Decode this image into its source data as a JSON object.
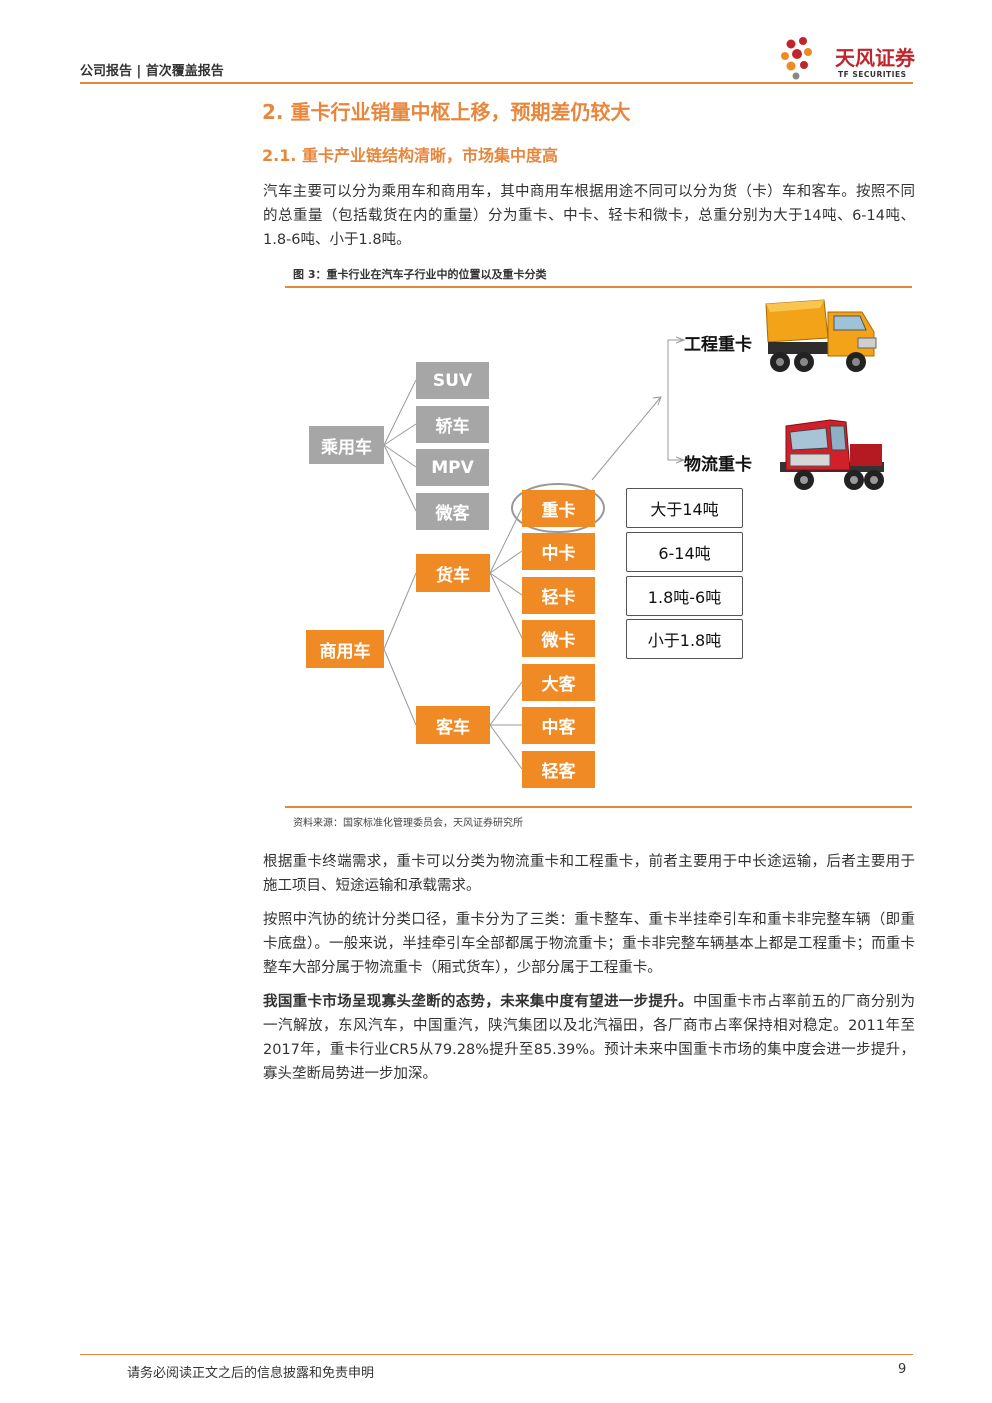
{
  "header": {
    "left_text": "公司报告 | 首次覆盖报告",
    "logo_cn": "天风证券",
    "logo_en": "TF SECURITIES"
  },
  "section": {
    "h2": "2. 重卡行业销量中枢上移，预期差仍较大",
    "h3": "2.1. 重卡产业链结构清晰，市场集中度高"
  },
  "paragraphs": {
    "p1": "汽车主要可以分为乘用车和商用车，其中商用车根据用途不同可以分为货（卡）车和客车。按照不同的总重量（包括载货在内的重量）分为重卡、中卡、轻卡和微卡，总重分别为大于14吨、6-14吨、1.8-6吨、小于1.8吨。",
    "p2": "根据重卡终端需求，重卡可以分类为物流重卡和工程重卡，前者主要用于中长途运输，后者主要用于施工项目、短途运输和承载需求。",
    "p3": "按照中汽协的统计分类口径，重卡分为了三类：重卡整车、重卡半挂牵引车和重卡非完整车辆（即重卡底盘）。一般来说，半挂牵引车全部都属于物流重卡；重卡非完整车辆基本上都是工程重卡；而重卡整车大部分属于物流重卡（厢式货车），少部分属于工程重卡。",
    "p4_bold": "我国重卡市场呈现寡头垄断的态势，未来集中度有望进一步提升。",
    "p4_rest": "中国重卡市占率前五的厂商分别为一汽解放，东风汽车，中国重汽，陕汽集团以及北汽福田，各厂商市占率保持相对稳定。2011年至2017年，重卡行业CR5从79.28%提升至85.39%。预计未来中国重卡市场的集中度会进一步提升，寡头垄断局势进一步加深。"
  },
  "figure": {
    "caption": "图 3：重卡行业在汽车子行业中的位置以及重卡分类",
    "source": "资料来源：国家标准化管理委员会，天风证券研究所",
    "passenger": "乘用车",
    "passenger_types": [
      "SUV",
      "轿车",
      "MPV",
      "微客"
    ],
    "commercial": "商用车",
    "truck": "货车",
    "bus": "客车",
    "truck_types": [
      "重卡",
      "中卡",
      "轻卡",
      "微卡"
    ],
    "weights": [
      "大于14吨",
      "6-14吨",
      "1.8吨-6吨",
      "小于1.8吨"
    ],
    "bus_types": [
      "大客",
      "中客",
      "轻客"
    ],
    "heavy_truck_types": [
      "工程重卡",
      "物流重卡"
    ]
  },
  "colors": {
    "accent": "#e8873c",
    "orange_box": "#f08a24",
    "gray_box": "#a6a6a6"
  },
  "footer": {
    "disclaimer": "请务必阅读正文之后的信息披露和免责申明",
    "page": "9"
  }
}
